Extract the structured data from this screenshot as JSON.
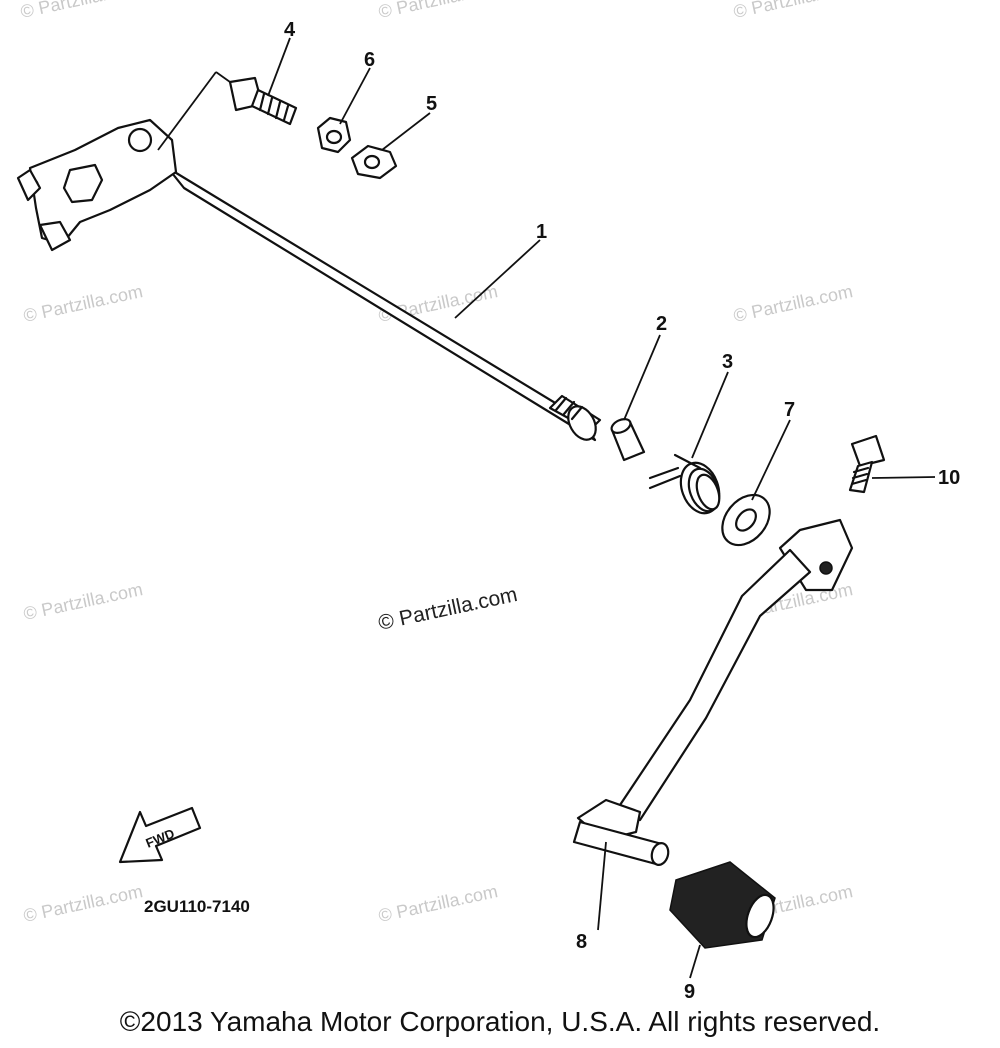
{
  "diagram": {
    "callouts": [
      {
        "id": "1",
        "label": "1"
      },
      {
        "id": "2",
        "label": "2"
      },
      {
        "id": "3",
        "label": "3"
      },
      {
        "id": "4",
        "label": "4"
      },
      {
        "id": "5",
        "label": "5"
      },
      {
        "id": "6",
        "label": "6"
      },
      {
        "id": "7",
        "label": "7"
      },
      {
        "id": "8",
        "label": "8"
      },
      {
        "id": "9",
        "label": "9"
      },
      {
        "id": "10",
        "label": "10"
      }
    ],
    "fwd_label": "FWD",
    "diagram_code": "2GU110-7140",
    "watermark_text": "© Partzilla.com",
    "center_watermark": "© Partzilla.com",
    "colors": {
      "ink": "#111111",
      "watermark": "#c9c9c9",
      "background": "#ffffff"
    }
  },
  "copyright": "©2013 Yamaha Motor Corporation, U.S.A. All rights reserved."
}
